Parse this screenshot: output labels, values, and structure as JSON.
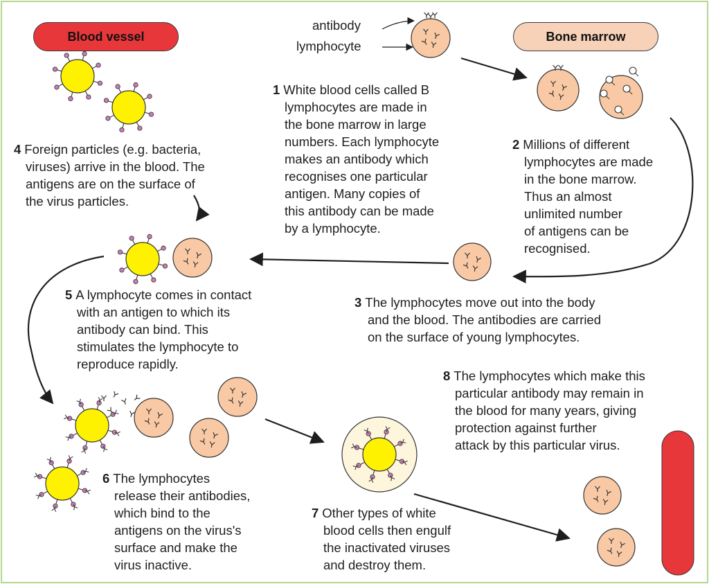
{
  "labels": {
    "blood_vessel": "Blood vessel",
    "bone_marrow": "Bone marrow",
    "antibody": "antibody",
    "lymphocyte": "lymphocyte"
  },
  "steps": [
    {
      "num": "1",
      "lines": [
        "White blood cells called B",
        "lymphocytes are made in",
        "the bone marrow in large",
        "numbers. Each lymphocyte",
        "makes an antibody which",
        "recognises one particular",
        "antigen. Many copies of",
        "this antibody can be made",
        "by a lymphocyte."
      ]
    },
    {
      "num": "2",
      "lines": [
        "Millions of different",
        "lymphocytes are made",
        "in the bone marrow.",
        "Thus an almost",
        "unlimited number",
        "of antigens can be",
        "recognised."
      ]
    },
    {
      "num": "3",
      "lines": [
        "The lymphocytes move out into the body",
        "and the blood. The antibodies are carried",
        "on the surface of young lymphocytes."
      ]
    },
    {
      "num": "4",
      "lines": [
        "Foreign particles (e.g. bacteria,",
        "viruses) arrive in the blood. The",
        "antigens are on the surface of",
        "the virus particles."
      ]
    },
    {
      "num": "5",
      "lines": [
        "A lymphocyte comes in contact",
        "with an antigen to which its",
        "antibody can bind. This",
        "stimulates the lymphocyte to",
        "reproduce rapidly."
      ]
    },
    {
      "num": "6",
      "lines": [
        "The lymphocytes",
        "release their antibodies,",
        "which bind to the",
        "antigens on the virus's",
        "surface and make the",
        "virus inactive."
      ]
    },
    {
      "num": "7",
      "lines": [
        "Other types of white",
        "blood cells then engulf",
        "the inactivated viruses",
        "and destroy them."
      ]
    },
    {
      "num": "8",
      "lines": [
        "The lymphocytes which make this",
        "particular antibody may remain in",
        "the blood for many years, giving",
        "protection against further",
        "attack by this particular virus."
      ]
    }
  ],
  "colors": {
    "frame": "#9ccb6b",
    "blood_red": "#e8373a",
    "bone_marrow_fill": "#f7d1b8",
    "lymphocyte_fill": "#f8c9a4",
    "virus_yellow": "#fff200",
    "antigen_pink": "#c77cb5",
    "phagocyte_fill": "#fdf5dc",
    "arrow": "#1e1e1e"
  }
}
